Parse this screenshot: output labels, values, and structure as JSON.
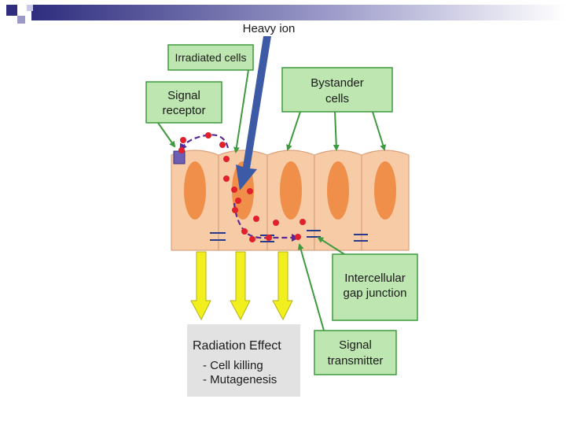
{
  "diagram": {
    "heavy_ion_label": "Heavy ion",
    "irradiated_cells_label": "Irradiated cells",
    "signal_receptor_label": [
      "Signal",
      "receptor"
    ],
    "bystander_cells_label": [
      "Bystander",
      "cells"
    ],
    "gap_junction_label": [
      "Intercellular",
      "gap junction"
    ],
    "signal_transmitter_label": [
      "Signal",
      "transmitter"
    ],
    "effect_box": {
      "title": "Radiation Effect",
      "items": [
        "- Cell killing",
        "- Mutagenesis"
      ]
    }
  },
  "colors": {
    "label_box_fill": "#bde6b0",
    "label_box_stroke": "#3f9a3f",
    "cell_fill": "#f7cba6",
    "cell_stroke": "#d9a27d",
    "nucleus_fill": "#ef8f4a",
    "ion_arrow": "#3d5aa6",
    "signal_dot": "#e0202a",
    "signal_path": "#5a2a9a",
    "effect_arrow": "#f2ef1e",
    "effect_box_fill": "#e2e2e2",
    "header_bar": "#3b3a8a"
  }
}
